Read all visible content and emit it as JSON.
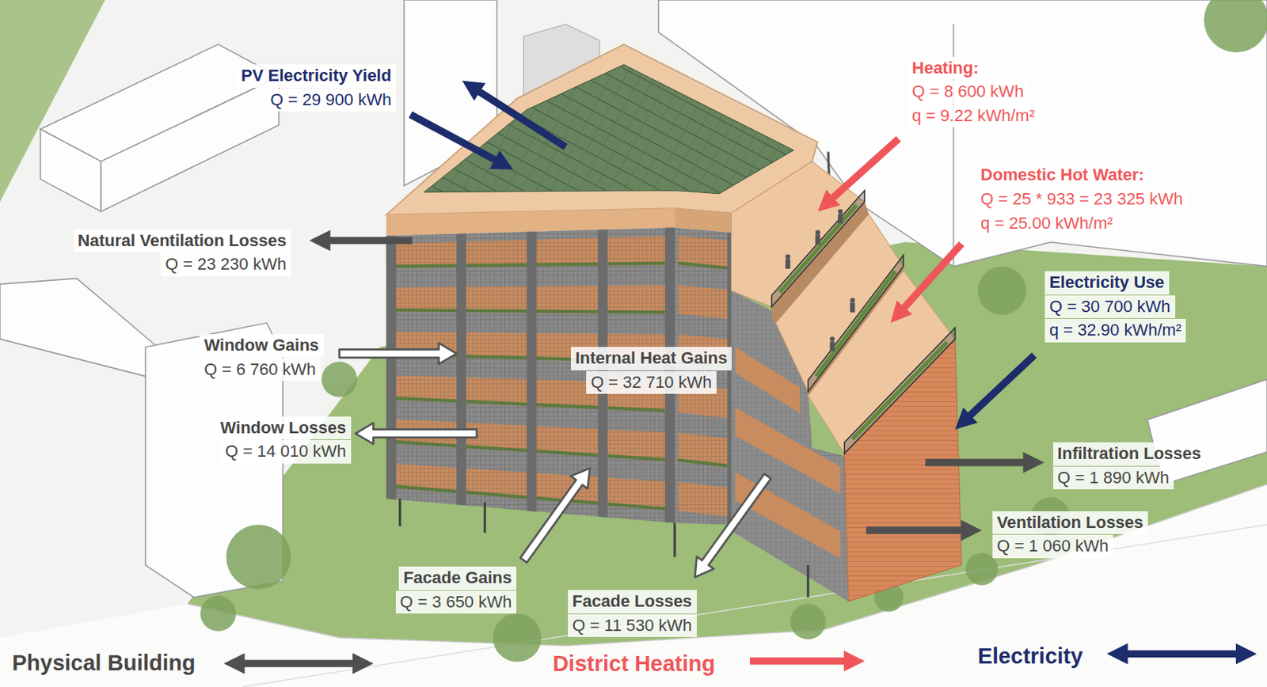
{
  "diagram": {
    "nodes": [
      {
        "text": [
          "PV Electricity Yield",
          "Q = 29 900 kWh"
        ]
      },
      {
        "text": [
          "Heating:",
          "Q = 8 600 kWh",
          "q = 9.22 kWh/m²"
        ]
      },
      {
        "text": [
          "Domestic Hot Water:",
          "Q = 25 * 933 = 23 325 kWh",
          "q = 25.00 kWh/m²"
        ]
      },
      {
        "text": [
          "Natural Ventilation Losses",
          "Q = 23 230 kWh"
        ]
      },
      {
        "text": [
          "Electricity Use",
          "Q = 30 700 kWh",
          "q = 32.90 kWh/m²"
        ]
      },
      {
        "text": [
          "Window Gains",
          "Q = 6 760 kWh"
        ]
      },
      {
        "text": [
          "Internal Heat Gains",
          "Q = 32 710 kWh"
        ]
      },
      {
        "text": [
          "Window Losses",
          "Q = 14 010 kWh"
        ]
      },
      {
        "text": [
          "Infiltration Losses",
          "Q = 1 890 kWh"
        ]
      },
      {
        "text": [
          "Ventilation Losses",
          "Q = 1 060 kWh"
        ]
      },
      {
        "text": [
          "Facade Gains",
          "Q = 3 650 kWh"
        ]
      },
      {
        "text": [
          "Facade Losses",
          "Q = 11 530 kWh"
        ]
      }
    ],
    "legend": [
      {
        "text": "Physical Building"
      },
      {
        "text": "District Heating"
      },
      {
        "text": "Electricity"
      }
    ]
  }
}
